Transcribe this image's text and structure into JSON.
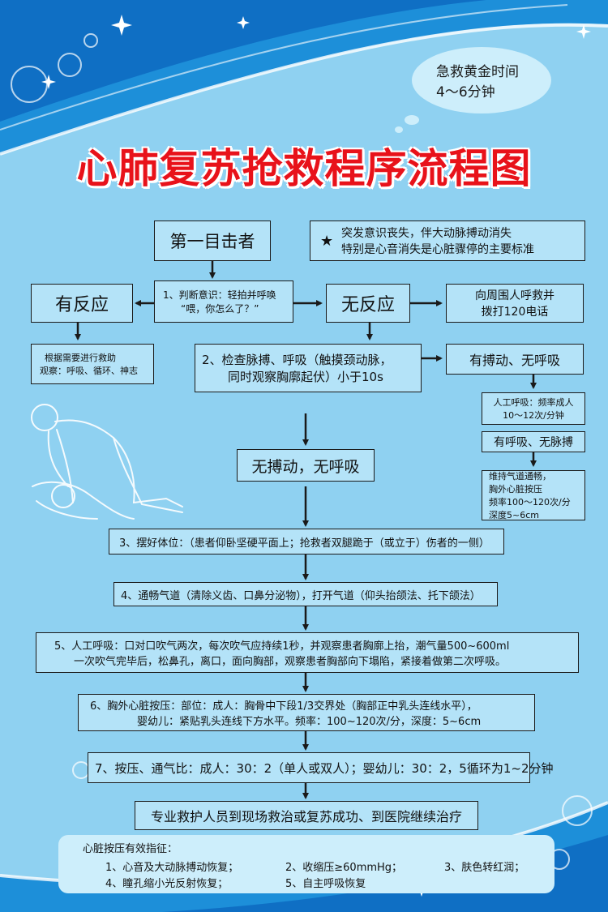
{
  "bubble": {
    "line1": "急救黄金时间",
    "line2": "4～6分钟"
  },
  "title": "心肺复苏抢救程序流程图",
  "colors": {
    "title": "#e8121a",
    "box_fill": "#b4e3f8",
    "background": "#8fd1f1",
    "wave": "#1d8fd9"
  },
  "nodes": {
    "witness": "第一目击者",
    "note_star": "★",
    "note_l1": "突发意识丧失，伴大动脉搏动消失",
    "note_l2": "特别是心音消失是心脏骤停的主要标准",
    "judge_l1": "1、判断意识：轻拍并呼唤",
    "judge_l2": "“喂，你怎么了？”",
    "response": "有反应",
    "no_response": "无反应",
    "call_l1": "向周围人呼救并",
    "call_l2": "拨打120电话",
    "resp_l1": "根据需要进行救助",
    "resp_l2": "观察：呼吸、循环、神志",
    "check_l1": "2、检查脉搏、呼吸（触摸颈动脉，",
    "check_l2": "同时观察胸廓起伏）小于10s",
    "pulse_nobreath": "有搏动、无呼吸",
    "artificial_l1": "人工呼吸：频率成人",
    "artificial_l2": "10～12次/分钟",
    "breath_nopulse": "有呼吸、无脉搏",
    "maintain_l1": "维持气道通畅，",
    "maintain_l2": "胸外心脏按压",
    "maintain_l3": "频率100～120次/分",
    "maintain_l4": "深度5~6cm",
    "no_pulse_no_breath": "无搏动，无呼吸",
    "step3": "3、摆好体位：（患者仰卧坚硬平面上；抢救者双腿跪于（或立于）伤者的一侧）",
    "step4": "4、通畅气道（清除义齿、口鼻分泌物），打开气道（仰头抬颌法、托下颌法）",
    "step5_l1": "5、人工呼吸：口对口吹气两次，每次吹气应持续1秒，并观察患者胸廓上抬，潮气量500~600ml",
    "step5_l2": "一次吹气完毕后，松鼻孔，离口，面向胸部，观察患者胸部向下塌陷，紧接着做第二次呼吸。",
    "step6_l1": "6、胸外心脏按压：部位：成人：胸骨中下段1/3交界处（胸部正中乳头连线水平），",
    "step6_l2": "婴幼儿：紧贴乳头连线下方水平。频率：100~120次/分，深度：5~6cm",
    "step7": "7、按压、通气比：成人：30：2（单人或双人）；婴幼儿：30：2，5循环为1~2分钟",
    "final": "专业救护人员到现场救治或复苏成功、到医院继续治疗"
  },
  "criteria": {
    "heading": "心脏按压有效指征：",
    "item1": "1、心音及大动脉搏动恢复；",
    "item2": "2、收缩压≥60mmHg；",
    "item3": "3、肤色转红润；",
    "item4": "4、瞳孔缩小光反射恢复；",
    "item5": "5、自主呼吸恢复"
  }
}
